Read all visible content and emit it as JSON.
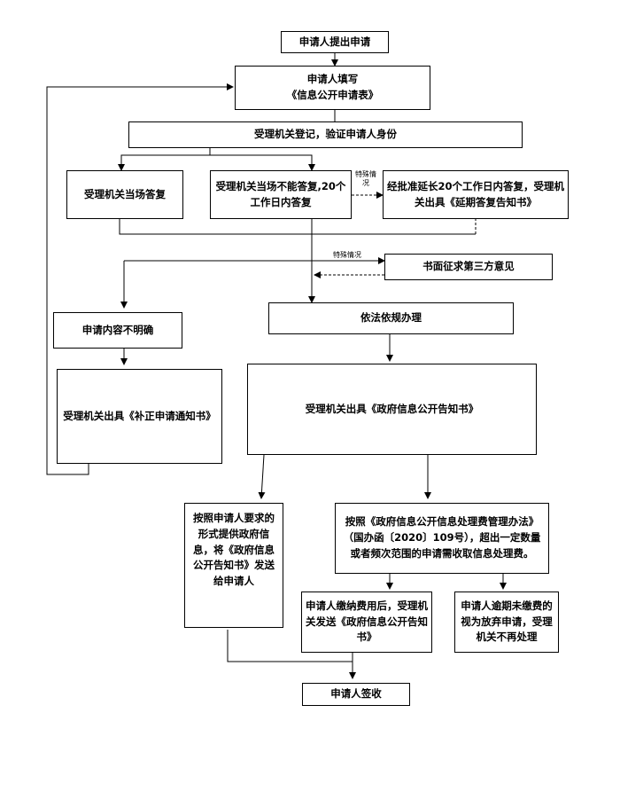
{
  "nodes": {
    "apply": "申请人提出申请",
    "fill_line1": "申请人填写",
    "fill_line2": "《信息公开申请表》",
    "register": "受理机关登记，验证申请人身份",
    "answer_on_spot": "受理机关当场答复",
    "cannot_answer": "受理机关当场不能答复,20个工作日内答复",
    "extension": "经批准延长20个工作日内答复，受理机关出具《延期答复告知书》",
    "third_party": "书面征求第三方意见",
    "unclear": "申请内容不明确",
    "process": "依法依规办理",
    "correction_notice": "受理机关出具《补正申请通知书》",
    "disclosure_notice": "受理机关出具《政府信息公开告知书》",
    "provide_info": "按照申请人要求的形式提供政府信息，将《政府信息公开告知书》发送给申请人",
    "fee_rule": "按照《政府信息公开信息处理费管理办法》（国办函〔2020〕109号），超出一定数量或者频次范围的申请需收取信息处理费。",
    "paid": "申请人缴纳费用后，受理机关发送《政府信息公开告知书》",
    "unpaid": "申请人逾期未缴费的视为放弃申请，受理机关不再处理",
    "sign": "申请人签收"
  },
  "labels": {
    "special_vertical": "特殊情况",
    "special_horizontal": "特殊情况"
  }
}
